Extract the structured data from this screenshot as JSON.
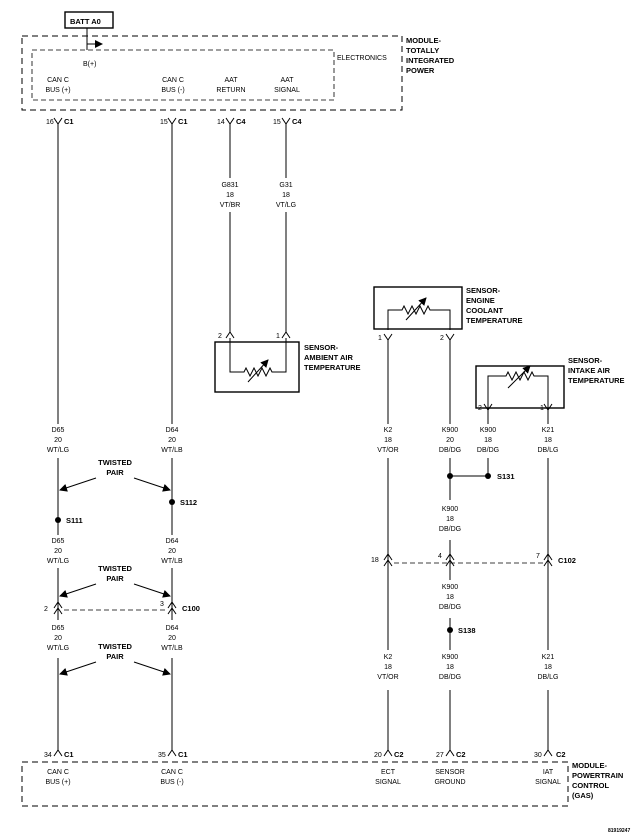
{
  "batt": "BATT A0",
  "b_plus": "B(+)",
  "tipm": {
    "electronics": "ELECTRONICS",
    "title": [
      "MODULE-",
      "TOTALLY",
      "INTEGRATED",
      "POWER"
    ]
  },
  "tipm_pins": {
    "canc_plus": [
      "CAN C",
      "BUS (+)"
    ],
    "canc_minus": [
      "CAN C",
      "BUS (-)"
    ],
    "aat_return": [
      "AAT",
      "RETURN"
    ],
    "aat_signal": [
      "AAT",
      "SIGNAL"
    ]
  },
  "top_connectors": [
    {
      "pin": "16",
      "conn": "C1"
    },
    {
      "pin": "15",
      "conn": "C1"
    },
    {
      "pin": "14",
      "conn": "C4"
    },
    {
      "pin": "15",
      "conn": "C4"
    }
  ],
  "aat_wires": [
    [
      "G831",
      "18",
      "VT/BR"
    ],
    [
      "G31",
      "18",
      "VT/LG"
    ]
  ],
  "aat_sensor": {
    "title": [
      "SENSOR-",
      "AMBIENT AIR",
      "TEMPERATURE"
    ],
    "pins": [
      "2",
      "1"
    ]
  },
  "ect_sensor": {
    "title": [
      "SENSOR-",
      "ENGINE",
      "COOLANT",
      "TEMPERATURE"
    ],
    "pins": [
      "1",
      "2"
    ]
  },
  "iat_sensor": {
    "title": [
      "SENSOR-",
      "INTAKE AIR",
      "TEMPERATURE"
    ],
    "pins": [
      "2",
      "1"
    ]
  },
  "wires": {
    "d65_a": [
      "D65",
      "20",
      "WT/LG"
    ],
    "d64_a": [
      "D64",
      "20",
      "WT/LB"
    ],
    "k2_a": [
      "K2",
      "18",
      "VT/OR"
    ],
    "k900_a": [
      "K900",
      "20",
      "DB/DG"
    ],
    "k900_b": [
      "K900",
      "18",
      "DB/DG"
    ],
    "k21_a": [
      "K21",
      "18",
      "DB/LG"
    ],
    "d65_b": [
      "D65",
      "20",
      "WT/LG"
    ],
    "d64_b": [
      "D64",
      "20",
      "WT/LB"
    ],
    "k900_c": [
      "K900",
      "18",
      "DB/DG"
    ],
    "d65_c": [
      "D65",
      "20",
      "WT/LG"
    ],
    "d64_c": [
      "D64",
      "20",
      "WT/LB"
    ],
    "k900_d": [
      "K900",
      "18",
      "DB/DG"
    ],
    "d65_d": [
      "D65",
      "20",
      "WT/LG"
    ],
    "d64_d": [
      "D64",
      "20",
      "WT/LB"
    ],
    "k2_b": [
      "K2",
      "18",
      "VT/OR"
    ],
    "k900_e": [
      "K900",
      "18",
      "DB/DG"
    ],
    "k21_b": [
      "K21",
      "18",
      "DB/LG"
    ]
  },
  "twisted_pair": [
    "TWISTED",
    "PAIR"
  ],
  "splices": {
    "s111": "S111",
    "s112": "S112",
    "s131": "S131",
    "s138": "S138"
  },
  "c102": {
    "label": "C102",
    "pins": [
      "18",
      "4",
      "7"
    ]
  },
  "c100": {
    "label": "C100",
    "pins": [
      "2",
      "3"
    ]
  },
  "bottom_connectors": [
    {
      "pin": "34",
      "conn": "C1"
    },
    {
      "pin": "35",
      "conn": "C1"
    },
    {
      "pin": "20",
      "conn": "C2"
    },
    {
      "pin": "27",
      "conn": "C2"
    },
    {
      "pin": "30",
      "conn": "C2"
    }
  ],
  "pcm_pins": {
    "canc_plus": [
      "CAN C",
      "BUS (+)"
    ],
    "canc_minus": [
      "CAN C",
      "BUS (-)"
    ],
    "ect": [
      "ECT",
      "SIGNAL"
    ],
    "sensor_ground": [
      "SENSOR",
      "GROUND"
    ],
    "iat": [
      "IAT",
      "SIGNAL"
    ]
  },
  "pcm": {
    "title": [
      "MODULE-",
      "POWERTRAIN",
      "CONTROL",
      "(GAS)"
    ]
  },
  "figure_id": "81919247"
}
